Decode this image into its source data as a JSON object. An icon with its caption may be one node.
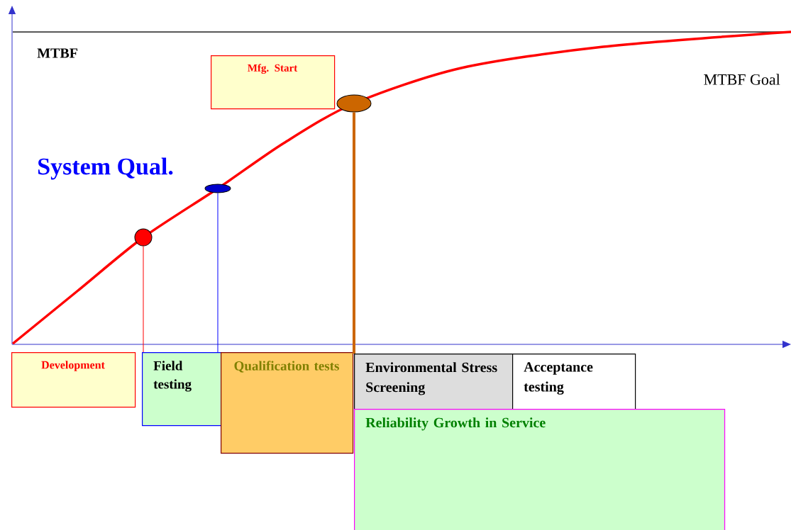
{
  "diagram": {
    "nodes": [
      {
        "text": [
          "Mfg. Start"
        ]
      },
      {
        "text": [],
        "shape": "circle"
      },
      {
        "text": [],
        "shape": "ellipse"
      },
      {
        "text": [],
        "shape": "ellipse"
      },
      {
        "text": [
          "Development"
        ]
      },
      {
        "text": [
          "Field testing"
        ]
      },
      {
        "text": [
          "Qualification tests"
        ]
      },
      {
        "text": [
          "Environmental Stress Screening"
        ]
      },
      {
        "text": [
          "Acceptance testing"
        ]
      },
      {
        "text": [
          "Reliability Growth in Service"
        ]
      }
    ],
    "edges": [
      {
        "from": 1,
        "to": 5,
        "arrow": "none",
        "color": "#ff0000"
      },
      {
        "from": 2,
        "to": 6,
        "arrow": "none",
        "color": "#0000ff"
      },
      {
        "from": 3,
        "to": 7,
        "arrow": "none",
        "style": "thick",
        "color": "#cc6600"
      }
    ],
    "labels": [
      "MTBF",
      "System Qual.",
      "MTBF Goal"
    ]
  }
}
